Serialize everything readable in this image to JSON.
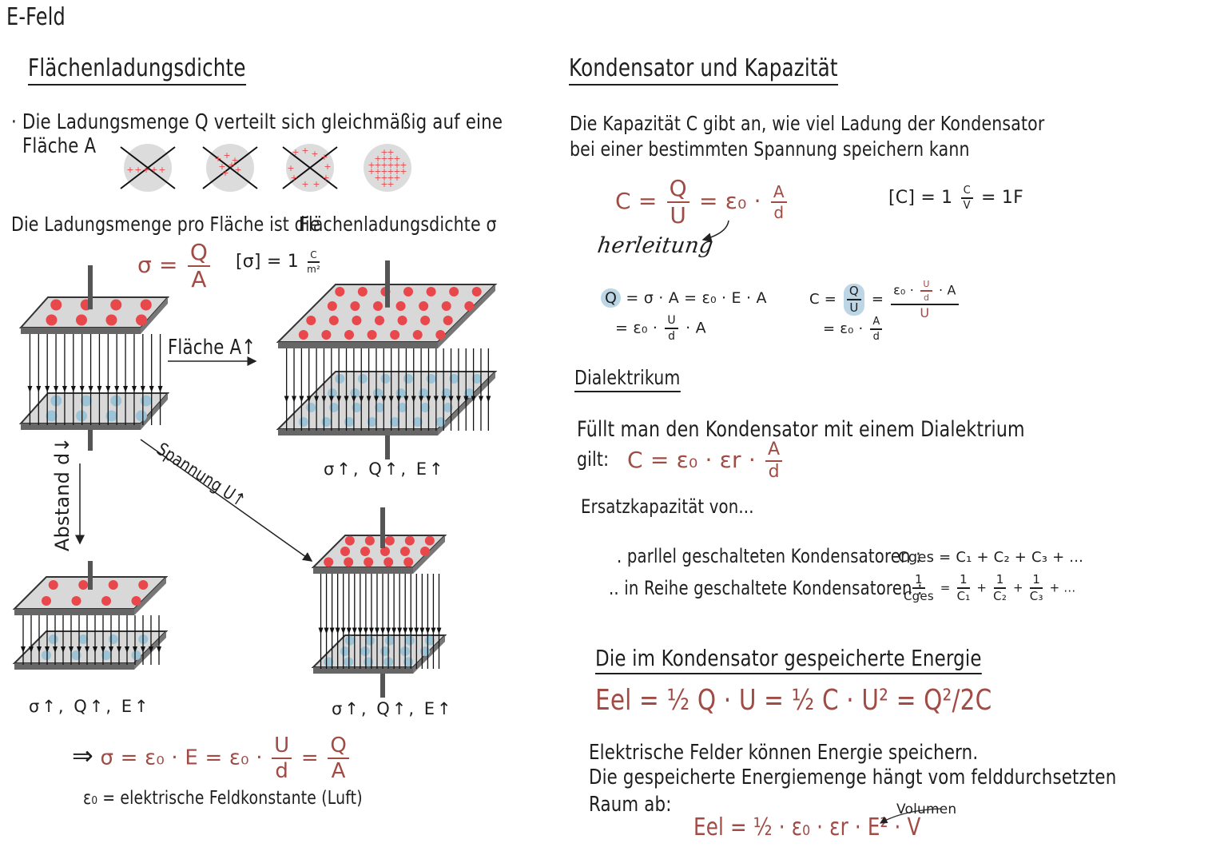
{
  "page_title": "E-Feld",
  "left": {
    "heading": "Flächenladungsdichte",
    "bullet_line1": "Die Ladungsmenge Q verteilt sich gleichmäßig auf eine",
    "bullet_line2": "Fläche A",
    "sentence_part1": "Die Ladungsmenge pro Fläche ist die",
    "sentence_part2": "Flächenladungsdichte σ",
    "sigma_formula": {
      "lhs": "σ =",
      "num": "Q",
      "den": "A",
      "unit_lhs": "[σ] = 1",
      "unit_num": "C",
      "unit_den": "m²"
    },
    "label_area": "Fläche A↑",
    "label_voltage": "Spannung U↑",
    "label_distance": "Abstand d↓",
    "result_right_top": "σ↑, Q↑, E↑",
    "result_bottom_left": "σ↑, Q↑, E↑",
    "result_bottom_right": "σ↑, Q↑, E↑",
    "conclusion": {
      "arrow": "⇒",
      "lhs": "σ = ε₀ · E = ε₀ ·",
      "num1": "U",
      "den1": "d",
      "eq": "=",
      "num2": "Q",
      "den2": "A"
    },
    "constant_note": "ε₀ = elektrische Feldkonstante (Luft)"
  },
  "right": {
    "heading": "Kondensator und Kapazität",
    "intro_line1": "Die Kapazität C gibt an, wie viel Ladung der Kondensator",
    "intro_line2": "bei einer bestimmten Spannung speichern kann",
    "capacity_formula": {
      "lhs": "C =",
      "num1": "Q",
      "den1": "U",
      "mid": "= ε₀ ·",
      "num2": "A",
      "den2": "d"
    },
    "unit_formula": {
      "lhs": "[C] = 1",
      "num": "C",
      "den": "V",
      "rhs": "= 1F"
    },
    "derivation_label": "herleitung",
    "derivation_left": {
      "line1_q": "Q",
      "line1": "= σ · A = ε₀ · E · A",
      "line2_pre": "= ε₀ ·",
      "line2_num": "U",
      "line2_den": "d",
      "line2_post": "· A"
    },
    "derivation_right": {
      "lhs": "C =",
      "num1": "Q",
      "den1": "U",
      "eq1": "=",
      "big_num_pre": "ε₀ ·",
      "big_num_num": "U",
      "big_num_den": "d",
      "big_num_post": "· A",
      "big_den": "U",
      "line2_pre": "= ε₀ ·",
      "line2_num": "A",
      "line2_den": "d"
    },
    "dielectric_heading": "Dialektrikum",
    "dielectric_line1": "Füllt man den Kondensator mit einem Dialektrium",
    "dielectric_line2_pre": "gilt:",
    "dielectric_formula": {
      "lhs": "C = ε₀ · εr ·",
      "num": "A",
      "den": "d"
    },
    "substitute_label": "Ersatzkapazität von...",
    "parallel_label": ". parllel geschalteten Kondensatoren :",
    "parallel_formula": "Cges = C₁ + C₂ + C₃ + ...",
    "series_label": ".. in Reihe geschaltete Kondensatoren :",
    "series_formula": {
      "num": "1",
      "den_ges": "Cges",
      "t1": "C₁",
      "t2": "C₂",
      "t3": "C₃",
      "tail": "+ ..."
    },
    "energy_heading": "Die im Kondensator gespeicherte Energie",
    "energy_formula": "Eel = ½ Q · U = ½ C · U² = Q²/2C",
    "energy_text1": "Elektrische Felder können Energie speichern.",
    "energy_text2": "Die gespeicherte Energiemenge hängt vom felddurchsetzten",
    "energy_text3": "Raum ab:",
    "energy_density_formula": "Eel = ½ · ε₀ · εr · E² · V",
    "volume_label": "Volumen"
  },
  "colors": {
    "ink": "#1e1e1e",
    "formula_red": "#a14b45",
    "plus_red": "#e8474c",
    "minus_blue": "#9cc3d6",
    "plate_gray": "#d8d8d8",
    "plate_edge": "#555555"
  }
}
